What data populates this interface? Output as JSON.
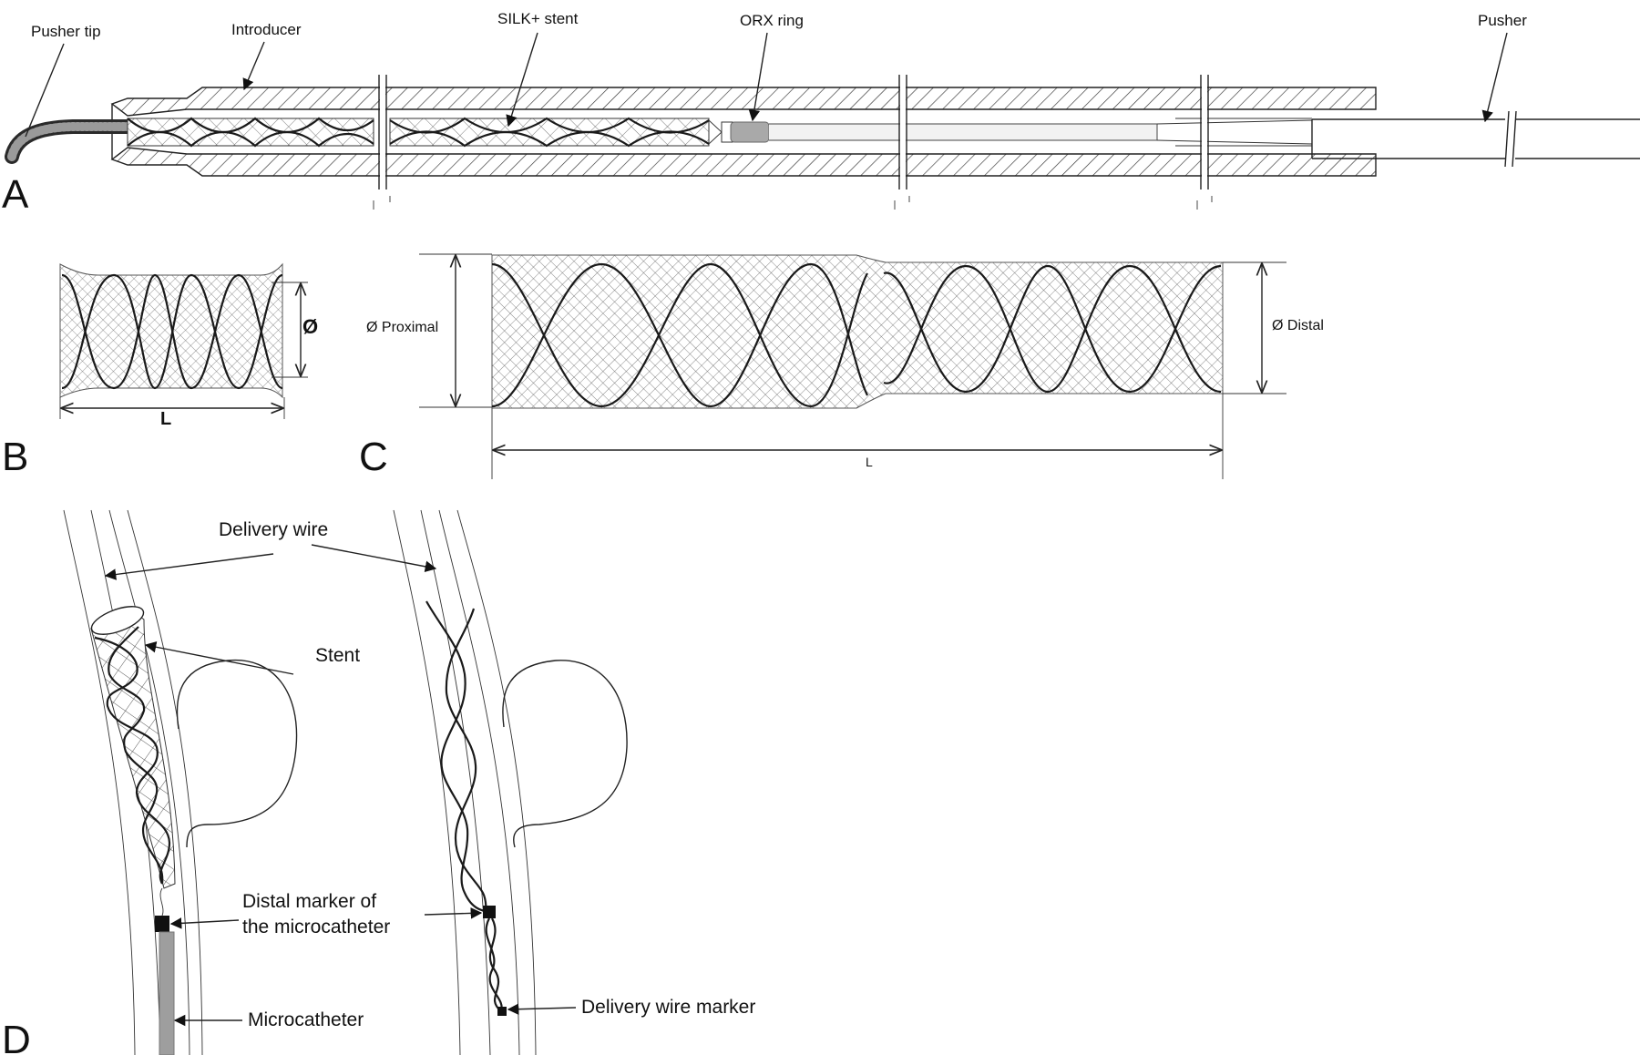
{
  "panels": {
    "a": {
      "letter": "A",
      "labels": {
        "pusher_tip": "Pusher tip",
        "introducer": "Introducer",
        "silk_stent": "SILK+ stent",
        "orx_ring": "ORX ring",
        "pusher": "Pusher"
      }
    },
    "b": {
      "letter": "B",
      "labels": {
        "diameter": "Ø",
        "length": "L"
      }
    },
    "c": {
      "letter": "C",
      "labels": {
        "proximal": "Ø Proximal",
        "distal": "Ø Distal",
        "length": "L"
      }
    },
    "d": {
      "letter": "D",
      "labels": {
        "delivery_wire": "Delivery wire",
        "stent": "Stent",
        "distal_marker_line1": "Distal marker of",
        "distal_marker_line2": "the microcatheter",
        "microcatheter": "Microcatheter",
        "delivery_wire_marker": "Delivery wire marker"
      }
    }
  },
  "colors": {
    "line": "#222222",
    "hatch": "#333333",
    "mesh": "#555555",
    "orx_ring_fill": "#a9a9a9",
    "microcatheter_fill": "#9e9e9e",
    "background": "#ffffff"
  }
}
